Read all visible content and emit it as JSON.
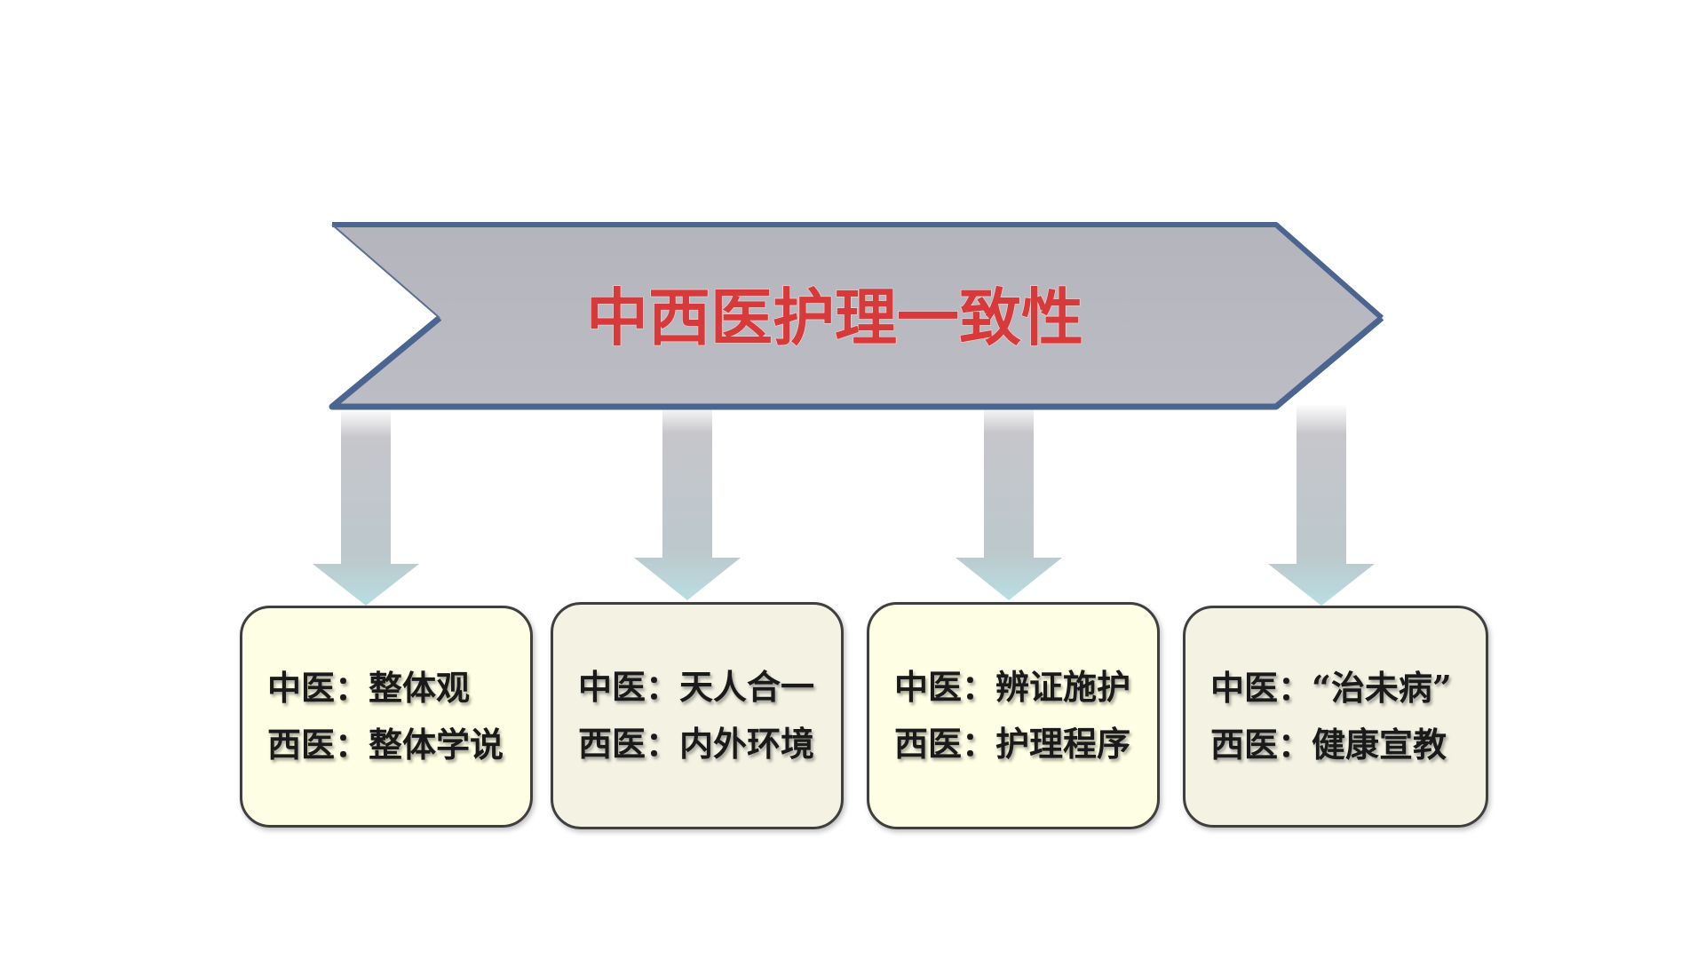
{
  "header": {
    "title": "中西医护理一致性"
  },
  "boxes": [
    {
      "tcm": "中医：整体观",
      "western": "西医：整体学说",
      "fill": "#fefee4"
    },
    {
      "tcm": "中医：天人合一",
      "western": "西医：内外环境",
      "fill": "#f3f2e3"
    },
    {
      "tcm": "中医：辨证施护",
      "western": "西医：护理程序",
      "fill": "#fefee4"
    },
    {
      "tcm": "中医：“治未病”",
      "western": "西医：健康宣教",
      "fill": "#f3f2e3"
    }
  ],
  "colors": {
    "banner_fill": "#b9bac1",
    "banner_edge": "#4a6590",
    "title_text": "#d63a3a",
    "arrow_top": "#c4c4c8",
    "arrow_bottom": "#b6dde0"
  }
}
